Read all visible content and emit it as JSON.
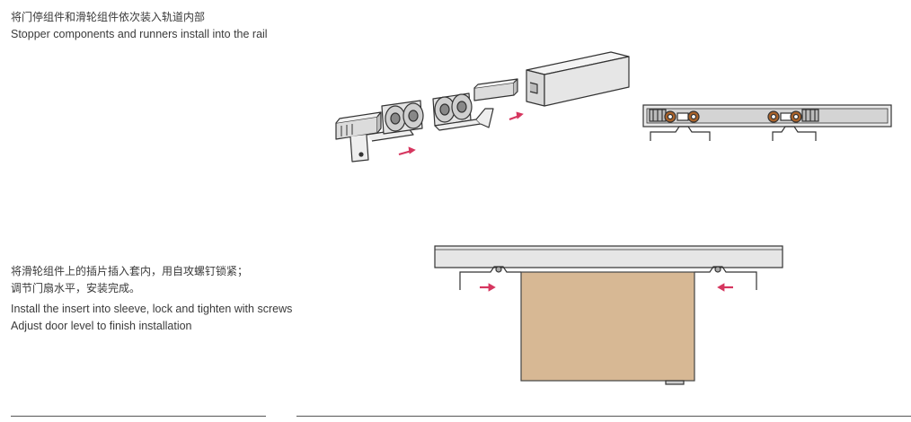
{
  "step1": {
    "text_zh": "将门停组件和滑轮组件依次装入轨道内部",
    "text_en": "Stopper components and runners install into the rail"
  },
  "step2": {
    "text_zh_line1": "将滑轮组件上的插片插入套内，用自攻螺钉锁紧；",
    "text_zh_line2": "调节门扇水平，安装完成。",
    "text_en_line1": "Install the insert into sleeve, lock and tighten with screws",
    "text_en_line2": "Adjust door level to finish installation"
  },
  "colors": {
    "arrow": "#d6365f",
    "door": "#d7b894",
    "wheel": "#a9622a",
    "rail": "#e6e6e6",
    "stroke": "#333333"
  }
}
